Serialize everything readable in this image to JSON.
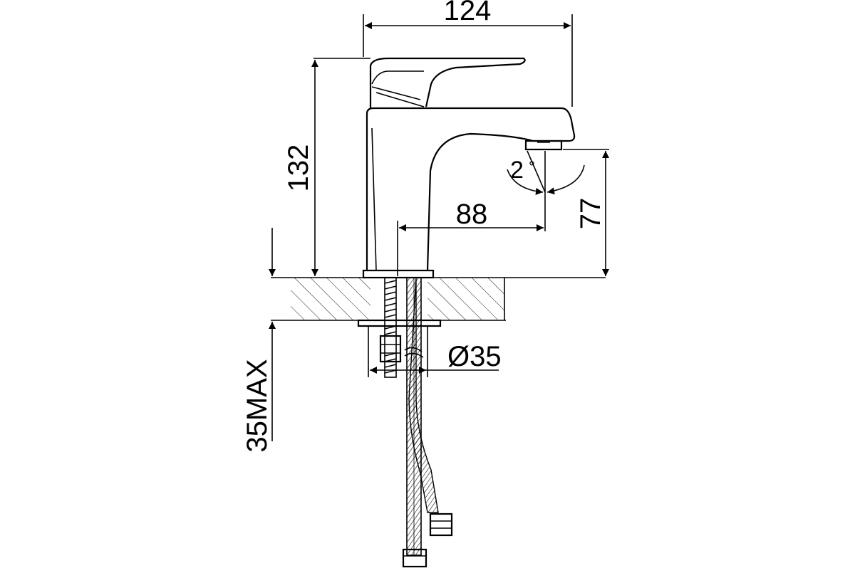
{
  "diagram": {
    "dimensions": {
      "width": "124",
      "height": "132",
      "reach": "88",
      "spout_height": "77",
      "angle": "2",
      "hole_diameter": "Ø35",
      "max_thickness": "35MAX"
    },
    "angle_symbol": "°"
  }
}
